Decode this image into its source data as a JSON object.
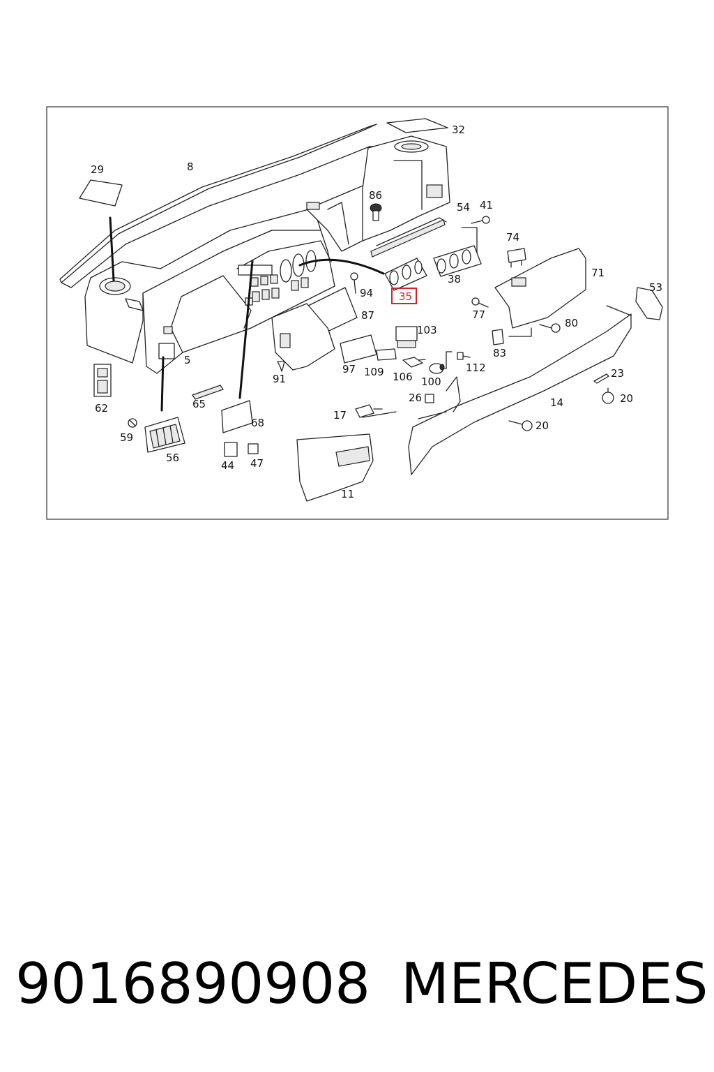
{
  "callouts": [
    {
      "id": "p29",
      "label": "29"
    },
    {
      "id": "p8",
      "label": "8"
    },
    {
      "id": "p32",
      "label": "32"
    },
    {
      "id": "p86",
      "label": "86"
    },
    {
      "id": "p54",
      "label": "54"
    },
    {
      "id": "p41",
      "label": "41"
    },
    {
      "id": "p74",
      "label": "74"
    },
    {
      "id": "p71",
      "label": "71"
    },
    {
      "id": "p38",
      "label": "38"
    },
    {
      "id": "p53",
      "label": "53"
    },
    {
      "id": "p94",
      "label": "94"
    },
    {
      "id": "p35",
      "label": "35",
      "highlighted": true
    },
    {
      "id": "p77",
      "label": "77"
    },
    {
      "id": "p87",
      "label": "87"
    },
    {
      "id": "p80",
      "label": "80"
    },
    {
      "id": "p103",
      "label": "103"
    },
    {
      "id": "p83",
      "label": "83"
    },
    {
      "id": "p5",
      "label": "5"
    },
    {
      "id": "p97",
      "label": "97"
    },
    {
      "id": "p109",
      "label": "109"
    },
    {
      "id": "p106",
      "label": "106"
    },
    {
      "id": "p112",
      "label": "112"
    },
    {
      "id": "p100",
      "label": "100"
    },
    {
      "id": "p23",
      "label": "23"
    },
    {
      "id": "p91",
      "label": "91"
    },
    {
      "id": "p62",
      "label": "62"
    },
    {
      "id": "p65",
      "label": "65"
    },
    {
      "id": "p26",
      "label": "26"
    },
    {
      "id": "p20a",
      "label": "20"
    },
    {
      "id": "p14",
      "label": "14"
    },
    {
      "id": "p17",
      "label": "17"
    },
    {
      "id": "p68",
      "label": "68"
    },
    {
      "id": "p20b",
      "label": "20"
    },
    {
      "id": "p59",
      "label": "59"
    },
    {
      "id": "p56",
      "label": "56"
    },
    {
      "id": "p44",
      "label": "44"
    },
    {
      "id": "p47",
      "label": "47"
    },
    {
      "id": "p11",
      "label": "11"
    }
  ],
  "footer": {
    "part_number": "9016890908",
    "brand": "MERCEDES"
  },
  "colors": {
    "highlight": "#d0232a",
    "line": "#222222",
    "frame": "#333333"
  }
}
